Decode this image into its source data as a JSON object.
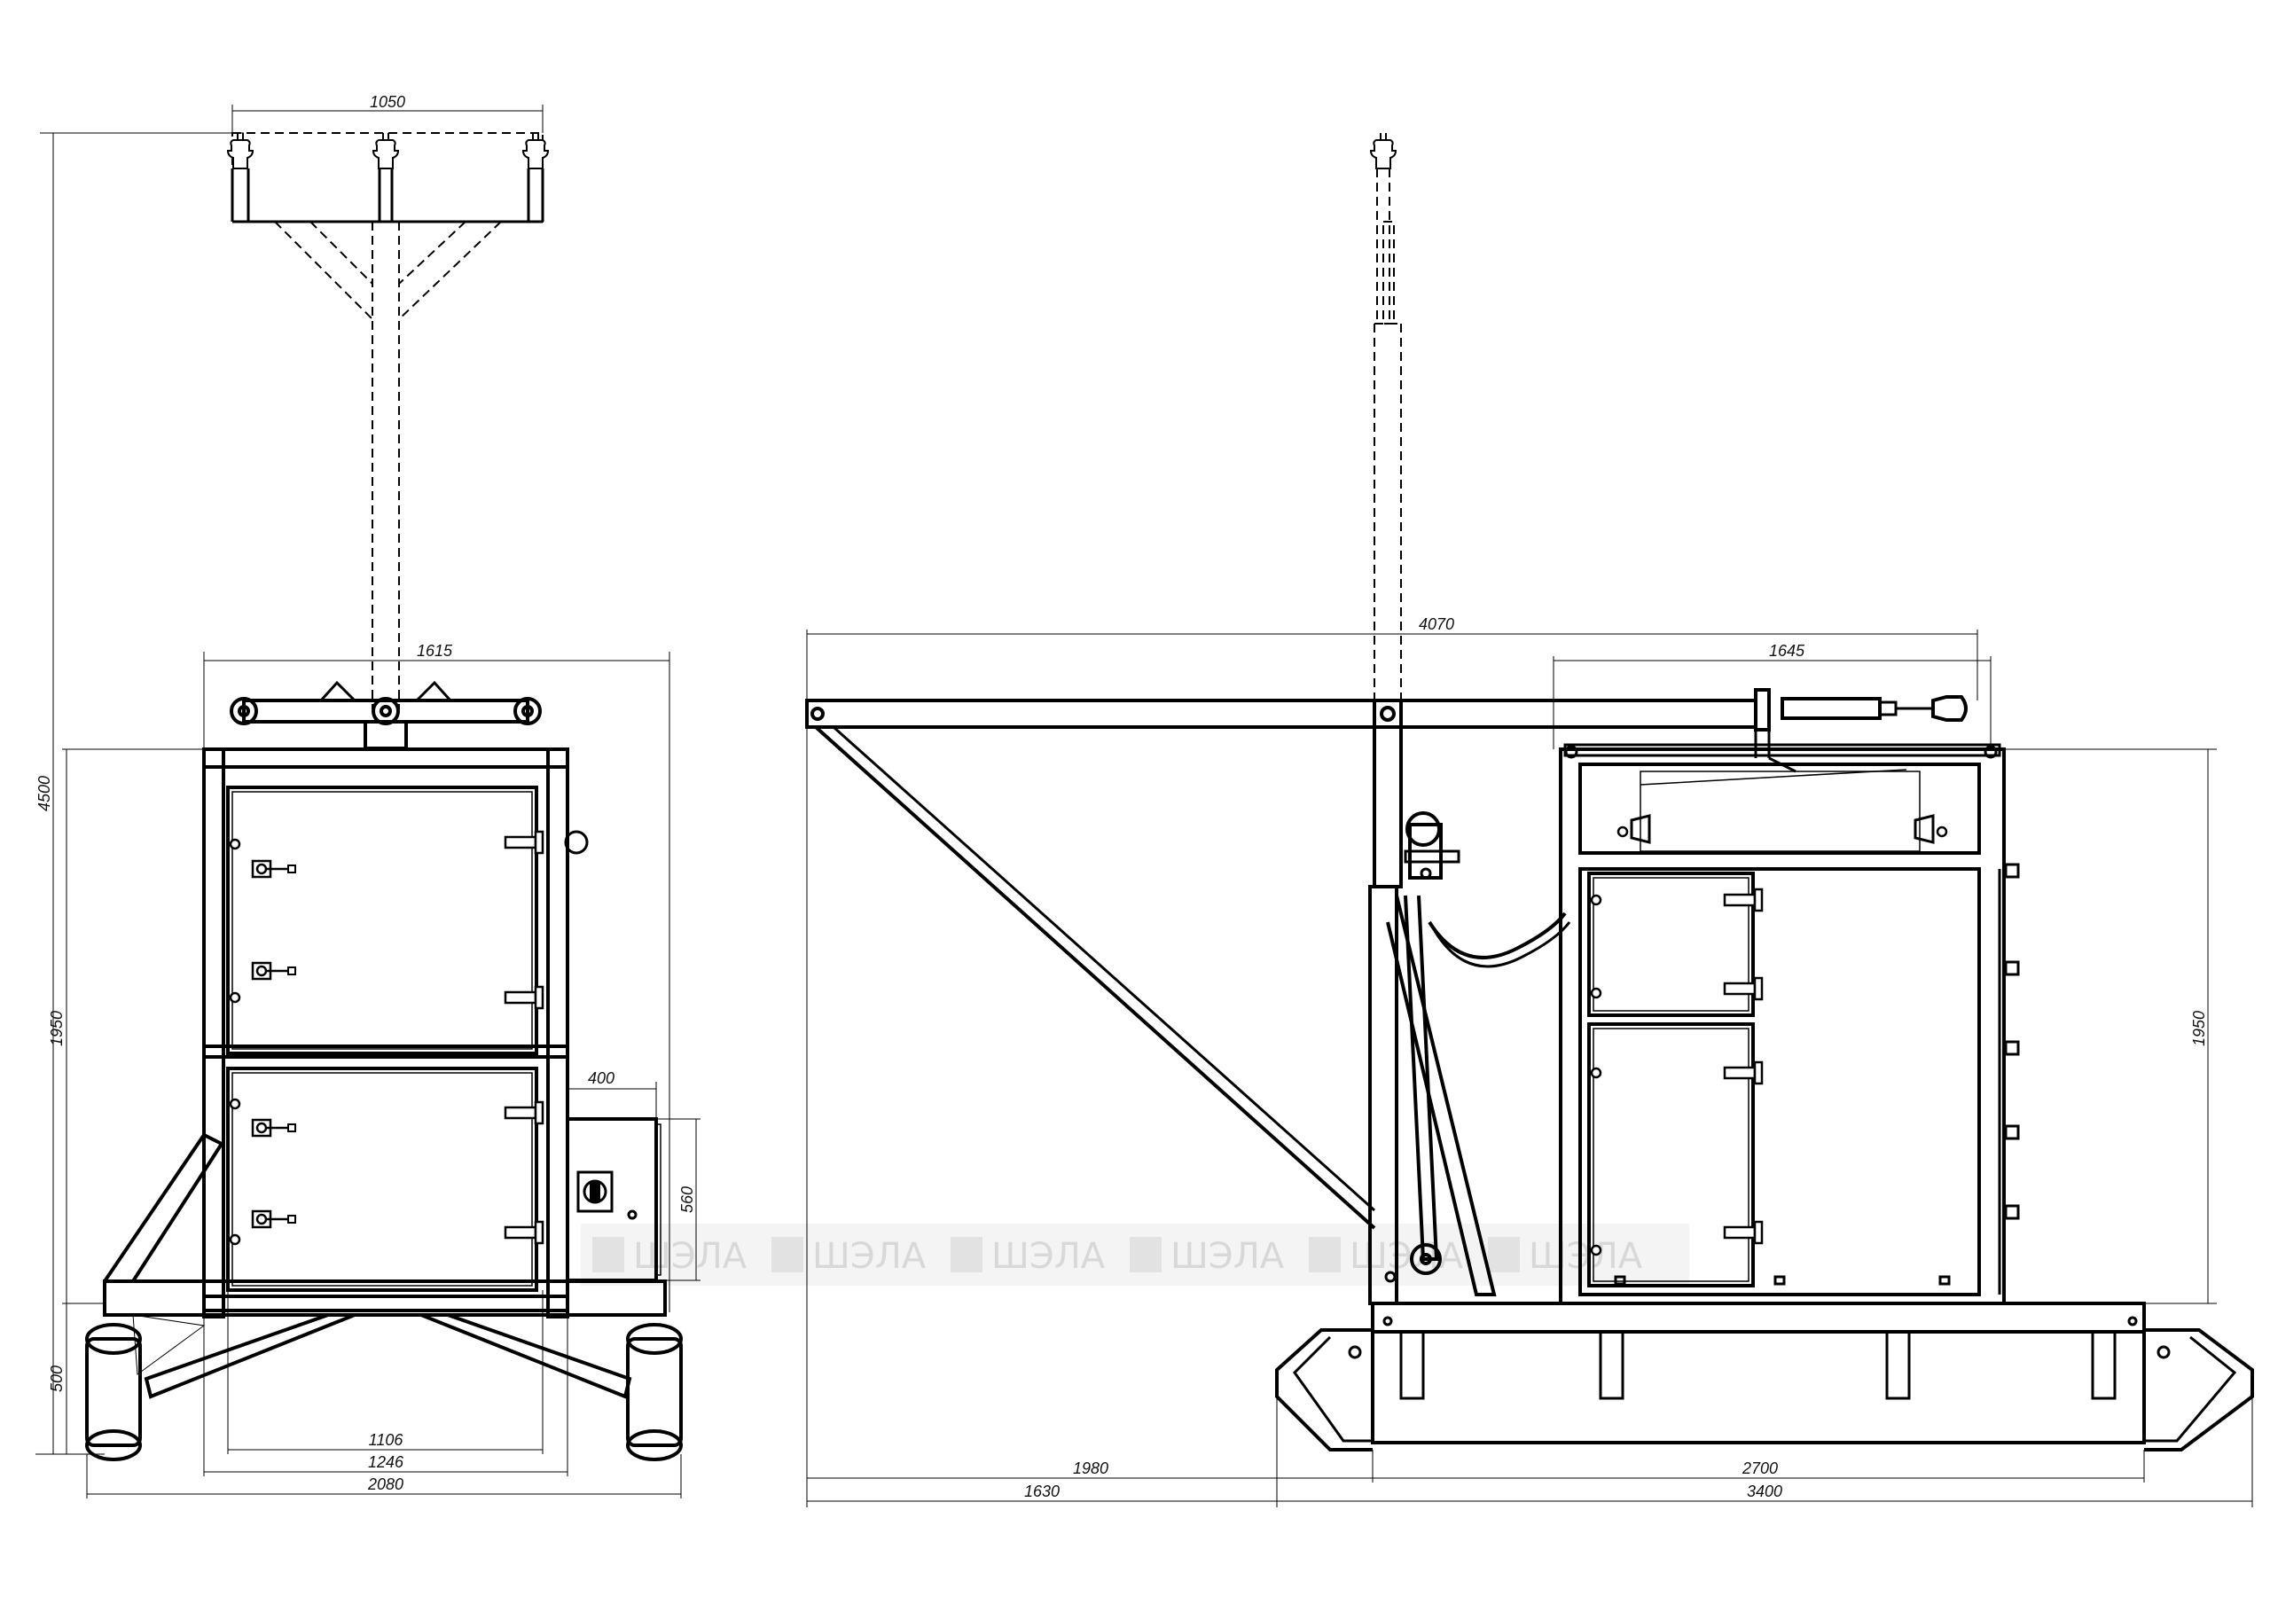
{
  "dimensions": {
    "front": {
      "crossarm_width": "1050",
      "total_height": "4500",
      "top_width": "1615",
      "body_height": "1950",
      "skid_height": "500",
      "box_width": "400",
      "box_height": "560",
      "door_width": "1106",
      "frame_width": "1246",
      "base_width": "2080"
    },
    "side": {
      "total_length": "4070",
      "top_depth": "1645",
      "body_height": "1950",
      "mast_offset": "1980",
      "skid_length": "2700",
      "boom_length": "1630",
      "overall_length": "3400"
    }
  },
  "watermark": {
    "text": "ШЭЛА",
    "count": 6
  }
}
